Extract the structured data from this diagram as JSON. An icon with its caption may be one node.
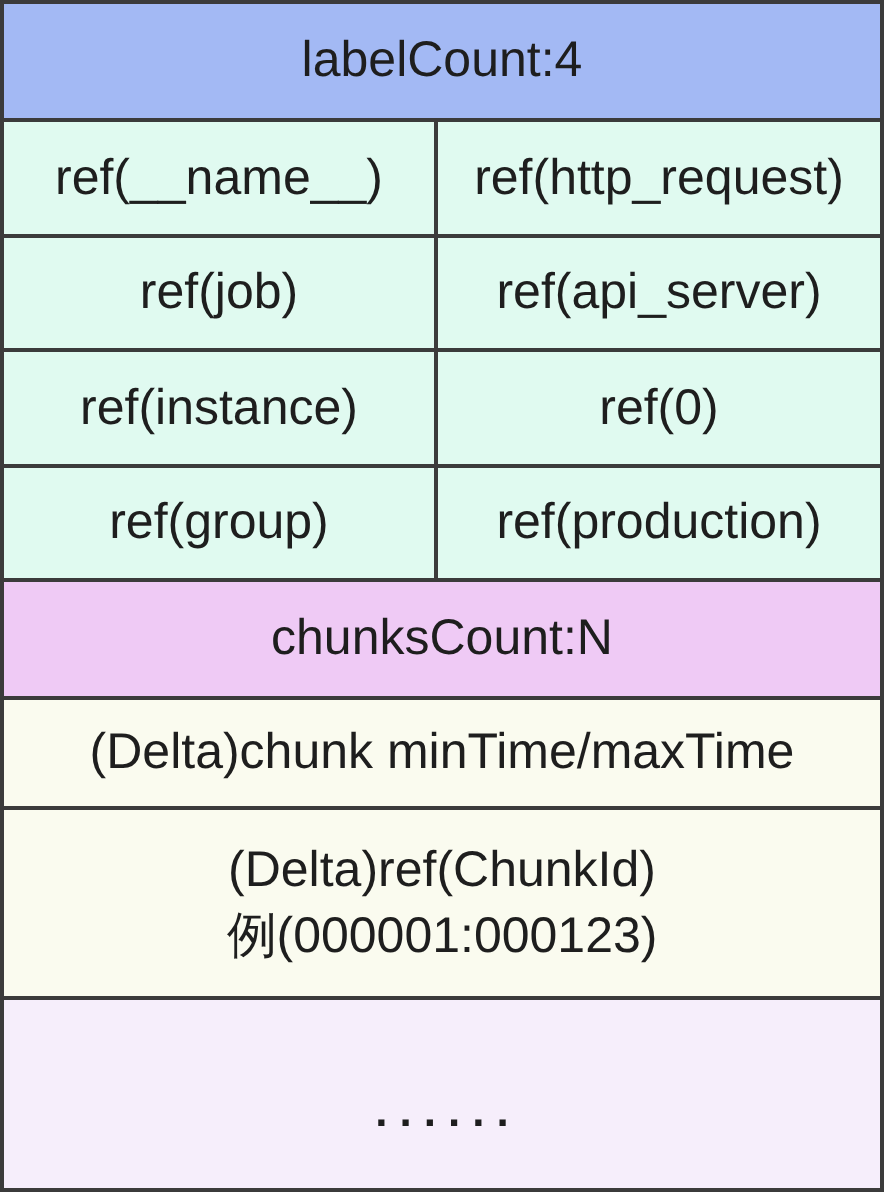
{
  "diagram": {
    "nodes": [
      {
        "text": [
          "labelCount:4"
        ]
      },
      {
        "text": [
          "ref(__name__)"
        ]
      },
      {
        "text": [
          "ref(http_request)"
        ]
      },
      {
        "text": [
          "ref(job)"
        ]
      },
      {
        "text": [
          "ref(api_server)"
        ]
      },
      {
        "text": [
          "ref(instance)"
        ]
      },
      {
        "text": [
          "ref(0)"
        ]
      },
      {
        "text": [
          "ref(group)"
        ]
      },
      {
        "text": [
          "ref(production)"
        ]
      },
      {
        "text": [
          "chunksCount:N"
        ]
      },
      {
        "text": [
          "(Delta)chunk minTime/maxTime"
        ]
      },
      {
        "text": [
          "(Delta)ref(ChunkId)",
          "例(000001:000123)"
        ]
      },
      {
        "text": [
          "......"
        ]
      }
    ]
  }
}
